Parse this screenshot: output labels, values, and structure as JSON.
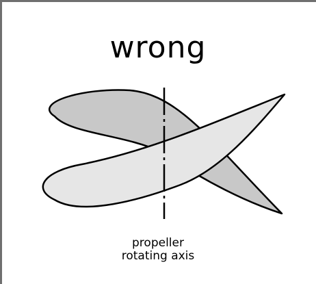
{
  "title": "wrong",
  "axis_label": {
    "line1": "propeller",
    "line2": "rotating axis"
  },
  "colors": {
    "frame": "#707070",
    "blade_back": "#c8c8c8",
    "blade_front": "#e6e6e6",
    "outline": "#000000"
  }
}
